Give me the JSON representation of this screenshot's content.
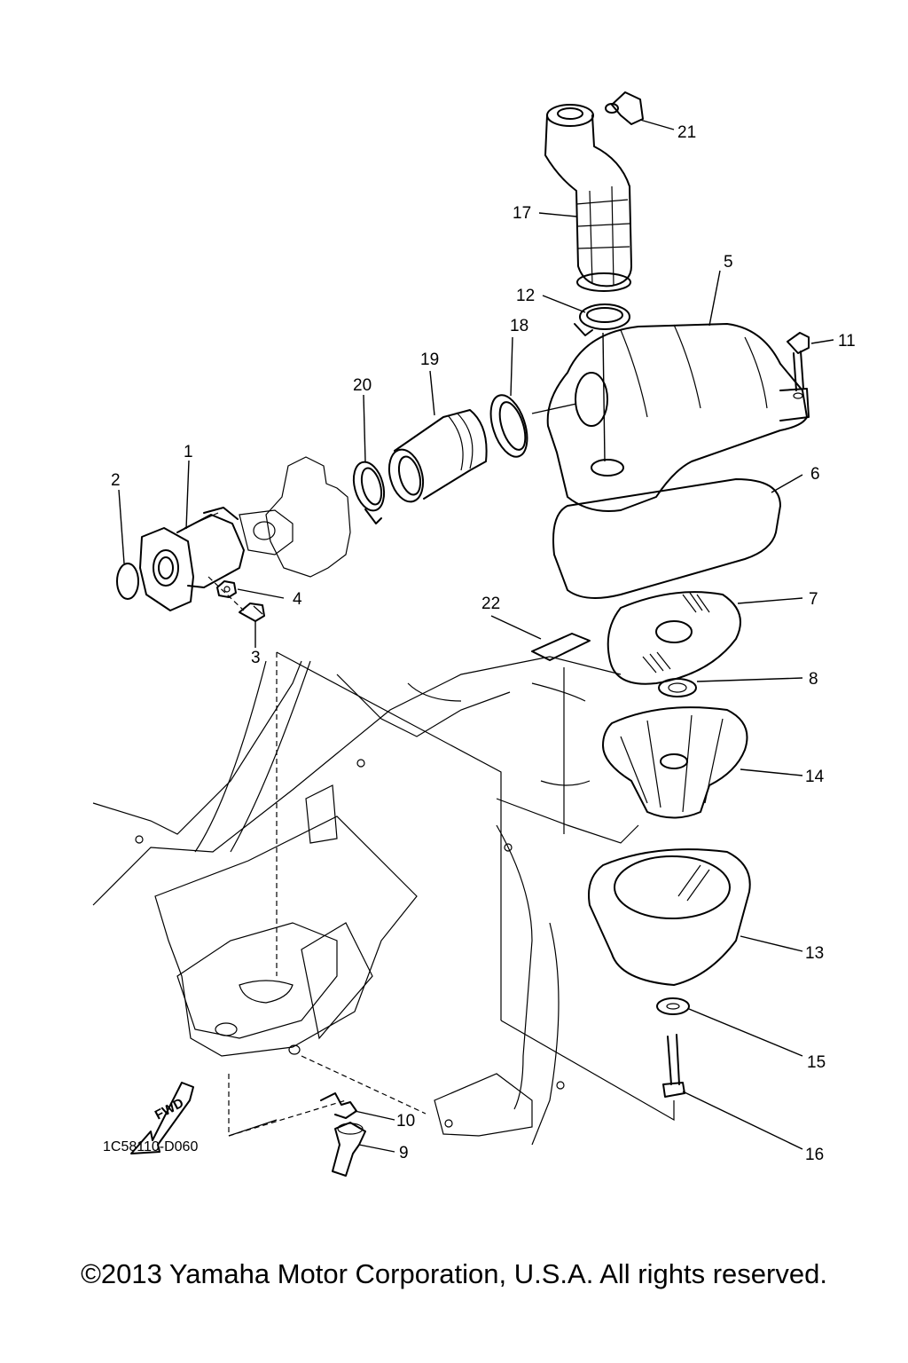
{
  "diagram_code": "1C58110-D060",
  "fwd_label": "FWD",
  "copyright": "©2013 Yamaha Motor Corporation, U.S.A. All rights reserved.",
  "callouts": {
    "c1": "1",
    "c2": "2",
    "c3": "3",
    "c4": "4",
    "c5": "5",
    "c6": "6",
    "c7": "7",
    "c8": "8",
    "c9": "9",
    "c10": "10",
    "c11": "11",
    "c12": "12",
    "c13": "13",
    "c14": "14",
    "c15": "15",
    "c16": "16",
    "c17": "17",
    "c18": "18",
    "c19": "19",
    "c20": "20",
    "c21": "21",
    "c22": "22"
  }
}
